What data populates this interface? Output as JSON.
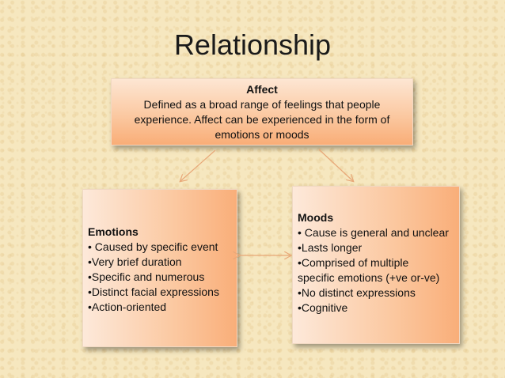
{
  "title": "Relationship",
  "affect": {
    "heading": "Affect",
    "lines": [
      "Defined as a broad range of feelings that people",
      "experience. Affect can be experienced in the form of",
      "emotions or moods"
    ]
  },
  "emotions": {
    "heading": "Emotions",
    "items": [
      "• Caused by specific event",
      "•Very brief duration",
      "•Specific and numerous",
      "•Distinct facial expressions",
      "•Action-oriented"
    ]
  },
  "moods": {
    "heading": "Moods",
    "items": [
      "• Cause is general and unclear",
      "•Lasts longer",
      "•Comprised of multiple",
      "specific emotions (+ve or-ve)",
      "•No distinct expressions",
      "•Cognitive"
    ]
  },
  "colors": {
    "background": "#f6e7bf",
    "box_fill": "#fbc8a0",
    "arrow": "#e8a878"
  }
}
